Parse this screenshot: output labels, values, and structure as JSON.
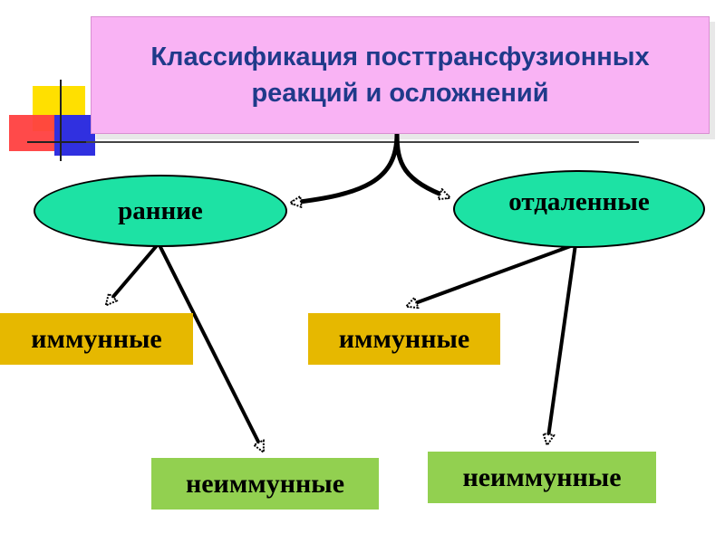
{
  "title": "Классификация посттрансфузионных реакций и осложнений",
  "nodes": {
    "early": "ранние",
    "late": "отдаленные",
    "early_immune": "иммунные",
    "early_nonimmune": "неиммунные",
    "late_immune": "иммунные",
    "late_nonimmune": "неиммунные"
  },
  "colors": {
    "title_bg": "#f9b3f4",
    "title_text": "#1f3a8a",
    "ellipse_fill": "#1de2a4",
    "immune_box": "#e6b800",
    "nonimmune_box": "#92d050"
  }
}
